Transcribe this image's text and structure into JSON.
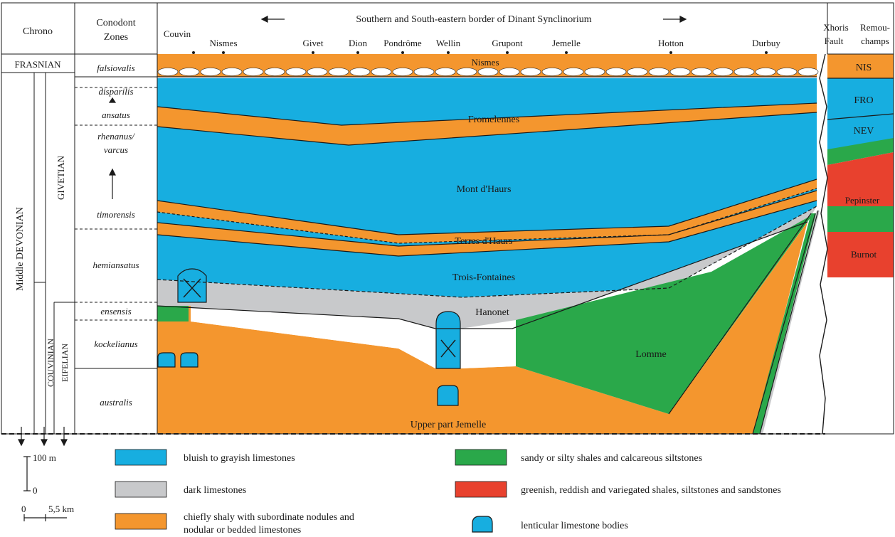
{
  "header": {
    "chrono": "Chrono",
    "conodont_1": "Conodont",
    "conodont_2": "Zones",
    "border_title": "Southern and South-eastern border of Dinant Synclinorium",
    "fault_1": "Xhoris",
    "fault_2": "Fault",
    "remou_1": "Remou-",
    "remou_2": "champs"
  },
  "localities": [
    "Couvin",
    "Nismes",
    "Givet",
    "Dion",
    "Pondrôme",
    "Wellin",
    "Grupont",
    "Jemelle",
    "Hotton",
    "Durbuy"
  ],
  "chrono": {
    "frasnian": "FRASNIAN",
    "givetian": "GIVETIAN",
    "middle_devonian": "Middle DEVONIAN",
    "couvinian": "COUVINIAN",
    "eifelian": "EIFELIAN"
  },
  "zones": {
    "falsiovalis": "falsiovalis",
    "disparilis": "disparilis",
    "ansatus": "ansatus",
    "rhenanus_1": "rhenanus/",
    "rhenanus_2": "varcus",
    "timorensis": "timorensis",
    "hemiansatus": "hemiansatus",
    "ensensis": "ensensis",
    "kockelianus": "kockelianus",
    "australis": "australis"
  },
  "formations": {
    "nismes": "Nismes",
    "fromelennes": "Fromelennes",
    "mont_dhaurs": "Mont d'Haurs",
    "terres_dhaurs": "Terres d'Haurs",
    "trois_fontaines": "Trois-Fontaines",
    "hanonet": "Hanonet",
    "lomme": "Lomme",
    "upper_jemelle": "Upper part Jemelle"
  },
  "remouchamps": {
    "nis": "NIS",
    "fro": "FRO",
    "nev": "NEV",
    "pepinster": "Pepinster",
    "burnot": "Burnot"
  },
  "legend": {
    "blue": "bluish to grayish limestones",
    "gray": "dark limestones",
    "orange_1": "chiefly shaly with subordinate nodules and",
    "orange_2": "nodular or bedded limestones",
    "green": "sandy or silty shales and calcareous siltstones",
    "red": "greenish, reddish and variegated shales, siltstones and sandstones",
    "lens": "lenticular limestone bodies"
  },
  "scale": {
    "vertical": "100 m",
    "zero": "0",
    "horizontal_zero": "0",
    "horizontal": "5,5 km"
  },
  "colors": {
    "blue": "#17aee0",
    "gray": "#c8c9cb",
    "orange": "#f4962e",
    "green": "#2aa84a",
    "red": "#e8412e",
    "white": "#ffffff",
    "line": "#1a1a1a"
  }
}
